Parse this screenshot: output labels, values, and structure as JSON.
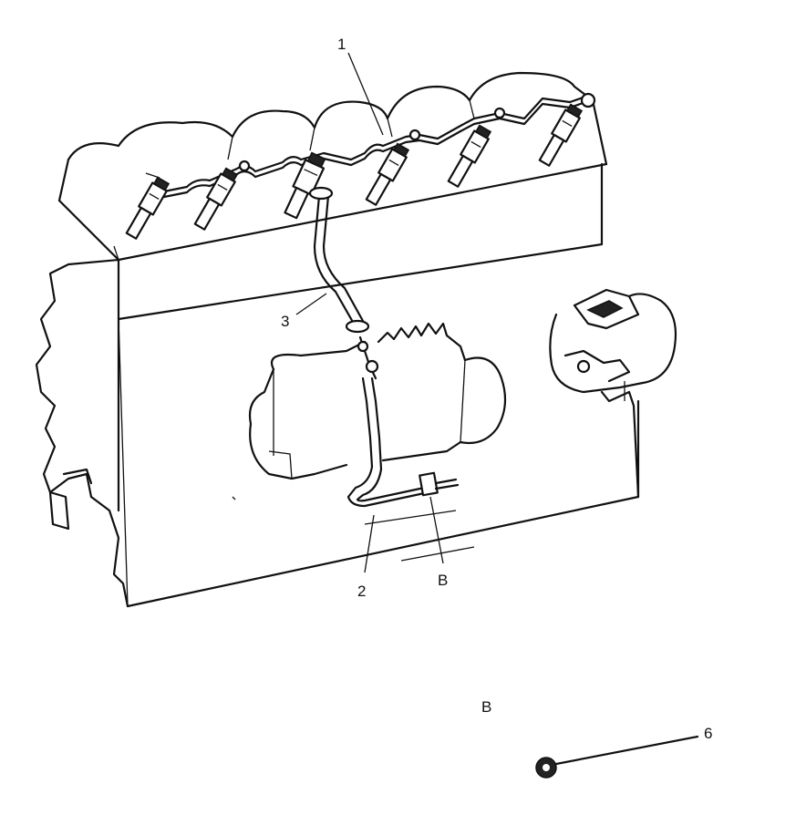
{
  "callouts": {
    "c1": "1",
    "c2": "2",
    "c3": "3",
    "b_upper": "B",
    "b_lower": "B",
    "c6": "6"
  }
}
